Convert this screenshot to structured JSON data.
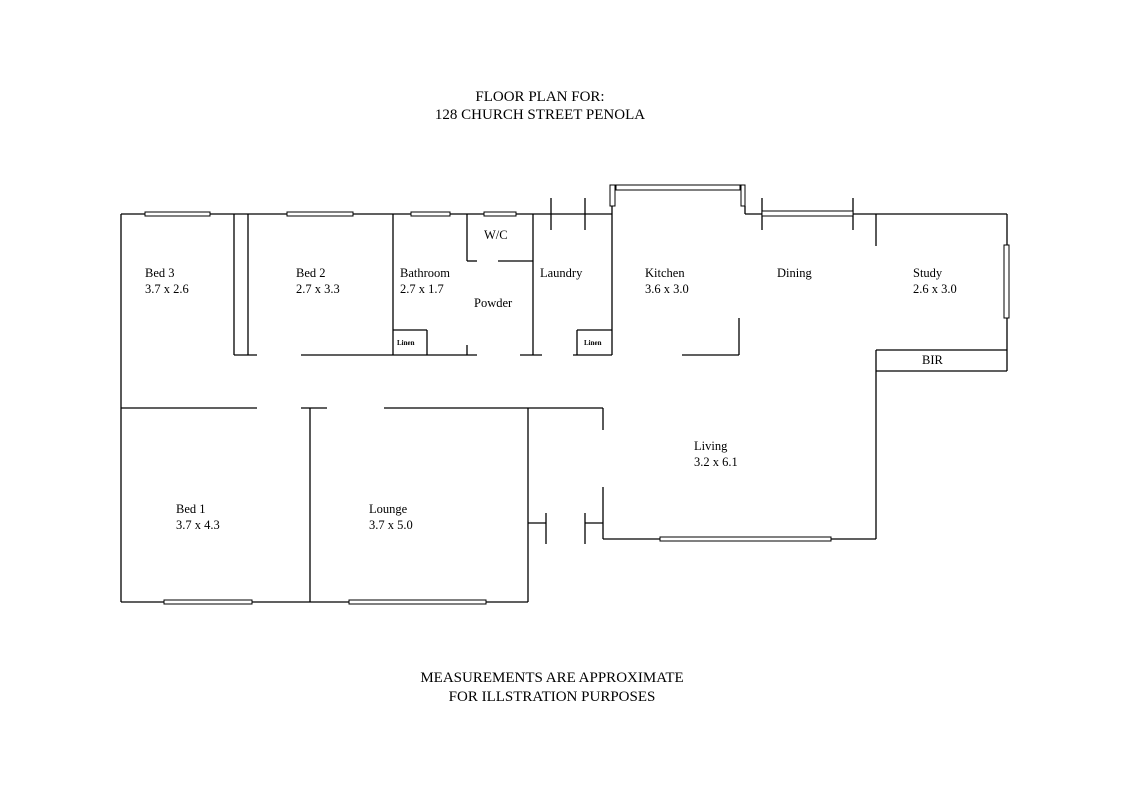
{
  "title": {
    "line1": "FLOOR PLAN FOR:",
    "line2": "128 CHURCH STREET PENOLA"
  },
  "footer": {
    "line1": "MEASUREMENTS ARE APPROXIMATE",
    "line2": "FOR ILLSTRATION PURPOSES"
  },
  "rooms": {
    "bed3": {
      "name": "Bed 3",
      "size": "3.7 x 2.6"
    },
    "bed2": {
      "name": "Bed 2",
      "size": "2.7 x 3.3"
    },
    "bathroom": {
      "name": "Bathroom",
      "size": "2.7 x 1.7"
    },
    "wc": {
      "name": "W/C"
    },
    "powder": {
      "name": "Powder"
    },
    "laundry": {
      "name": "Laundry"
    },
    "kitchen": {
      "name": "Kitchen",
      "size": "3.6 x 3.0"
    },
    "dining": {
      "name": "Dining"
    },
    "study": {
      "name": "Study",
      "size": "2.6 x 3.0"
    },
    "bir": {
      "name": "BIR"
    },
    "living": {
      "name": "Living",
      "size": "3.2 x 6.1"
    },
    "bed1": {
      "name": "Bed 1",
      "size": "3.7 x 4.3"
    },
    "lounge": {
      "name": "Lounge",
      "size": "3.7 x 5.0"
    },
    "linen1": {
      "name": "Linen"
    },
    "linen2": {
      "name": "Linen"
    }
  }
}
